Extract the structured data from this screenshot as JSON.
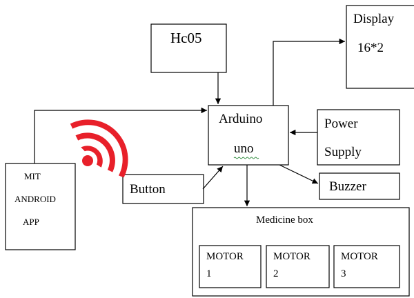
{
  "blocks": {
    "hc05": "Hc05",
    "display_line1": "Display",
    "display_line2": "16*2",
    "arduino_line1": "Arduino",
    "arduino_line2": "uno",
    "power_line1": "Power",
    "power_line2": "Supply",
    "app_line1": "MIT",
    "app_line2": "ANDROID",
    "app_line3": "APP",
    "button": "Button",
    "buzzer": "Buzzer",
    "medicine_box": "Medicine box",
    "motor1_line1": "MOTOR",
    "motor1_line2": "1",
    "motor2_line1": "MOTOR",
    "motor2_line2": "2",
    "motor3_line1": "MOTOR",
    "motor3_line2": "3"
  },
  "colors": {
    "wireless_icon": "#e8202a",
    "spellcheck_underline": "#2e8b3d"
  },
  "icons": {
    "wireless": "wireless-signal-icon"
  }
}
